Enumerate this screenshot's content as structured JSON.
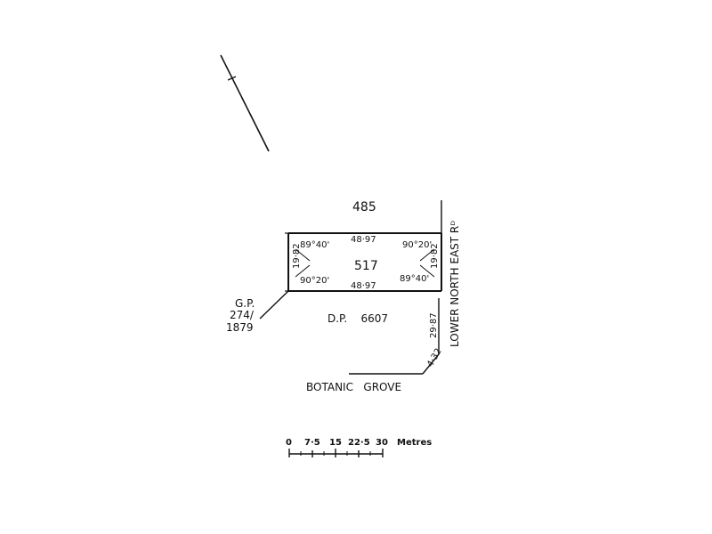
{
  "plan": {
    "lot_number": "517",
    "adjoining_lot_north": "485",
    "deposited_plan": "D.P.    6607",
    "gp_reference": {
      "line1": "G.P.",
      "line2": "274/",
      "line3": "1879"
    },
    "road_east": "LOWER NORTH EAST Rᴰ",
    "road_south": "BOTANIC   GROVE",
    "dimensions": {
      "north": "48·97",
      "south": "48·97",
      "west": "19·82",
      "east": "19·82",
      "frontage_east_road": "29·87",
      "corner_truncation": "4·32"
    },
    "angles": {
      "north_west": "89°40'",
      "north_east": "90°20'",
      "south_west": "90°20'",
      "south_east": "89°40'"
    }
  },
  "scale_bar": {
    "ticks": [
      "0",
      "7·5",
      "15",
      "22·5",
      "30"
    ],
    "unit": "Metres"
  },
  "colors": {
    "ink": "#111111",
    "paper": "#ffffff"
  }
}
